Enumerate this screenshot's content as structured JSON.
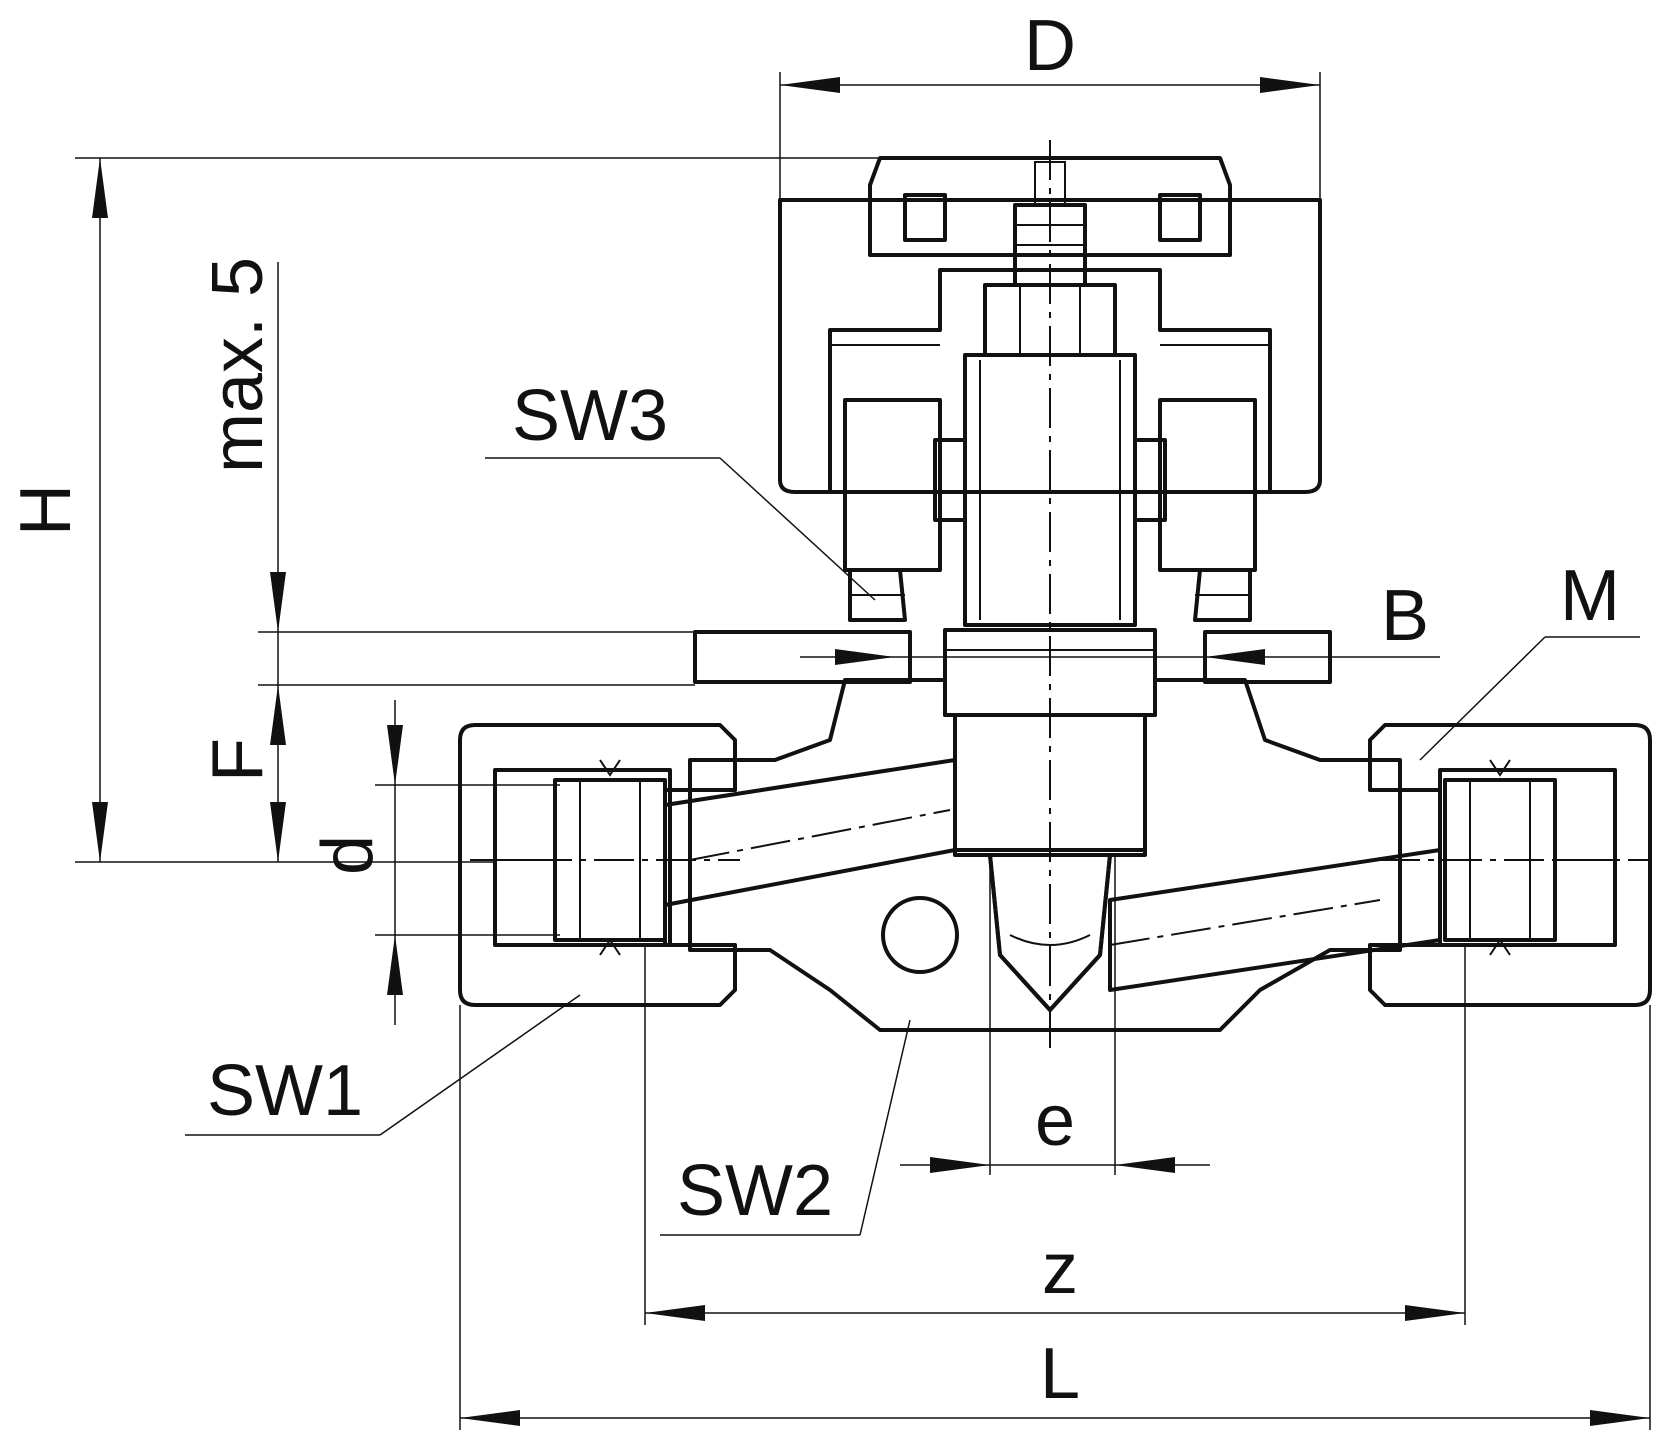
{
  "labels": {
    "D": "D",
    "H": "H",
    "max5": "max. 5",
    "SW3": "SW3",
    "B": "B",
    "M": "M",
    "F": "F",
    "d": "d",
    "SW1": "SW1",
    "SW2": "SW2",
    "e": "e",
    "z": "z",
    "L": "L"
  }
}
